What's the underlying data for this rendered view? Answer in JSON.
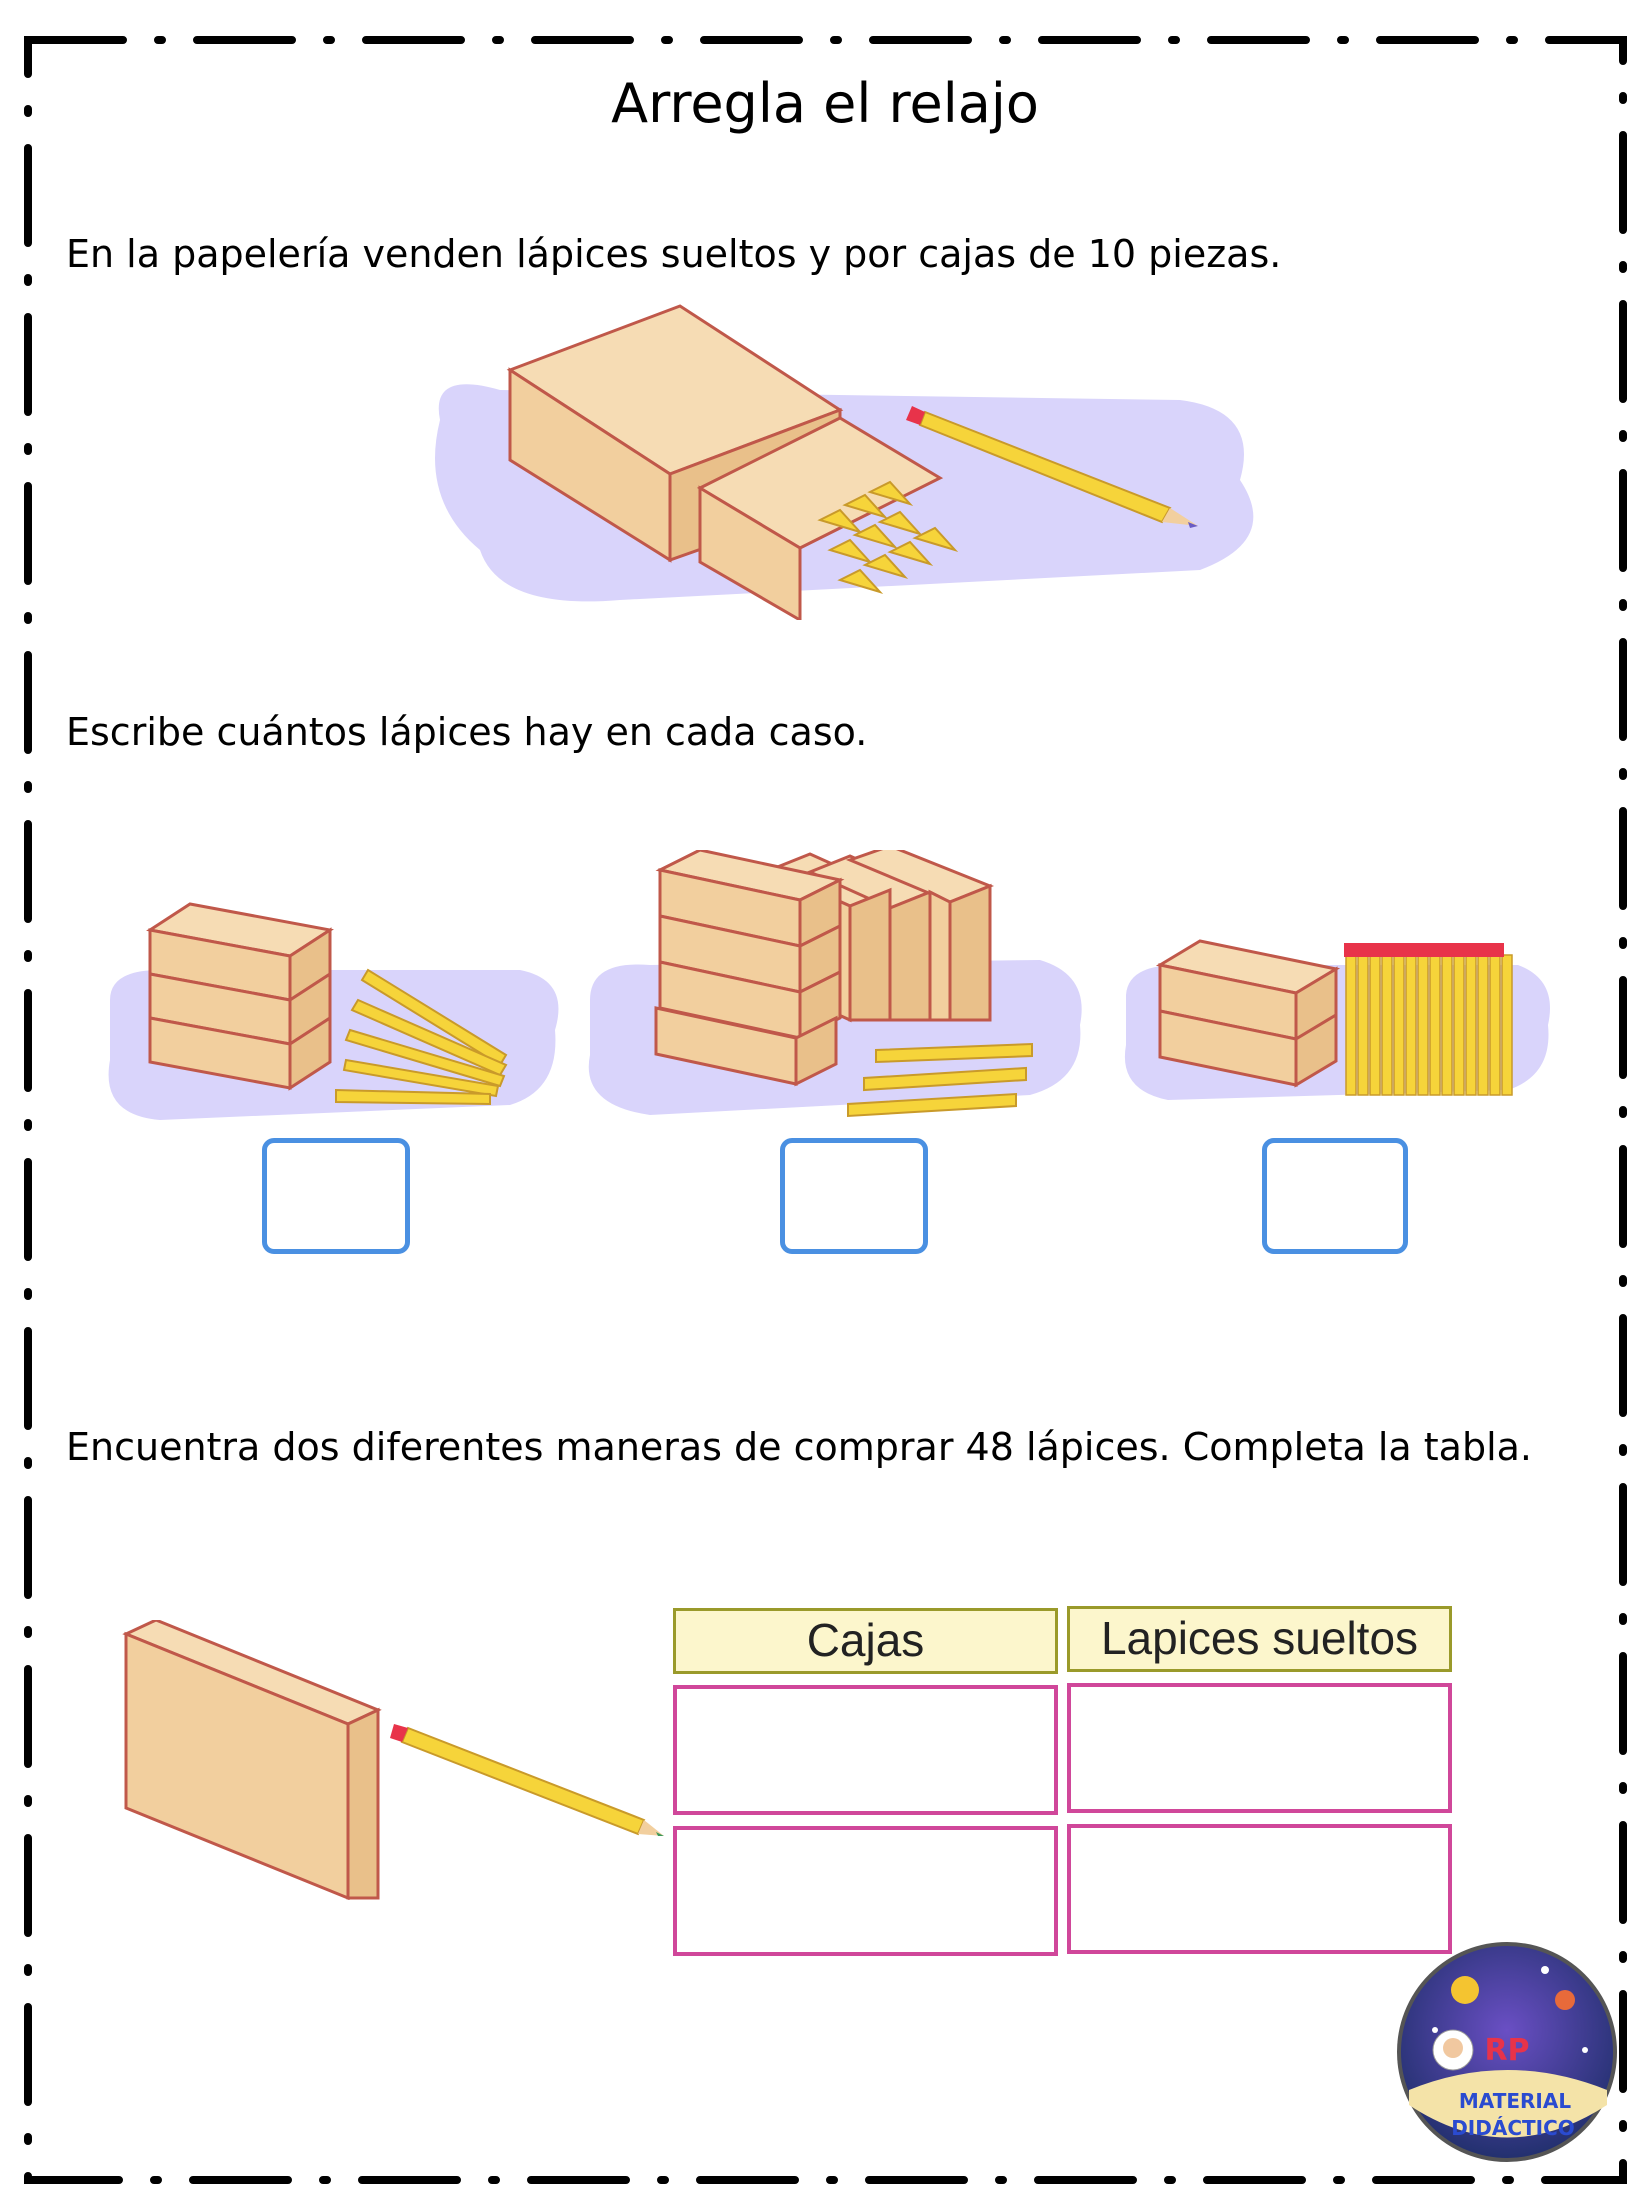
{
  "page": {
    "title": "Arregla el relajo"
  },
  "section1": {
    "text": "En la papelería venden lápices sueltos y por cajas de 10 piezas."
  },
  "section2": {
    "text": "Escribe cuántos lápices hay en cada caso.",
    "cases": [
      {
        "boxes": 3,
        "loose_pencils": 5,
        "answer": ""
      },
      {
        "boxes": 7,
        "loose_pencils": 3,
        "answer": ""
      },
      {
        "boxes": 2,
        "loose_pencils": 14,
        "answer": ""
      }
    ]
  },
  "section3": {
    "text": "Encuentra dos diferentes maneras de comprar 48 lápices. Completa la tabla.",
    "table": {
      "headers": [
        "Cajas",
        "Lapices sueltos"
      ],
      "rows": [
        [
          "",
          ""
        ],
        [
          "",
          ""
        ]
      ]
    }
  },
  "logo": {
    "line1": "MATERIAL",
    "line2": "DIDÁCTICO",
    "monogram": "RP"
  },
  "colors": {
    "box_fill": "#f2cf9e",
    "box_stroke": "#c0584a",
    "pencil_yellow": "#f6d43a",
    "eraser_red": "#e8334a",
    "shadow": "#d9d4fb",
    "answer_border": "#4a90e2",
    "table_header_bg": "#fcf6cc",
    "table_cell_border": "#d0479a"
  }
}
